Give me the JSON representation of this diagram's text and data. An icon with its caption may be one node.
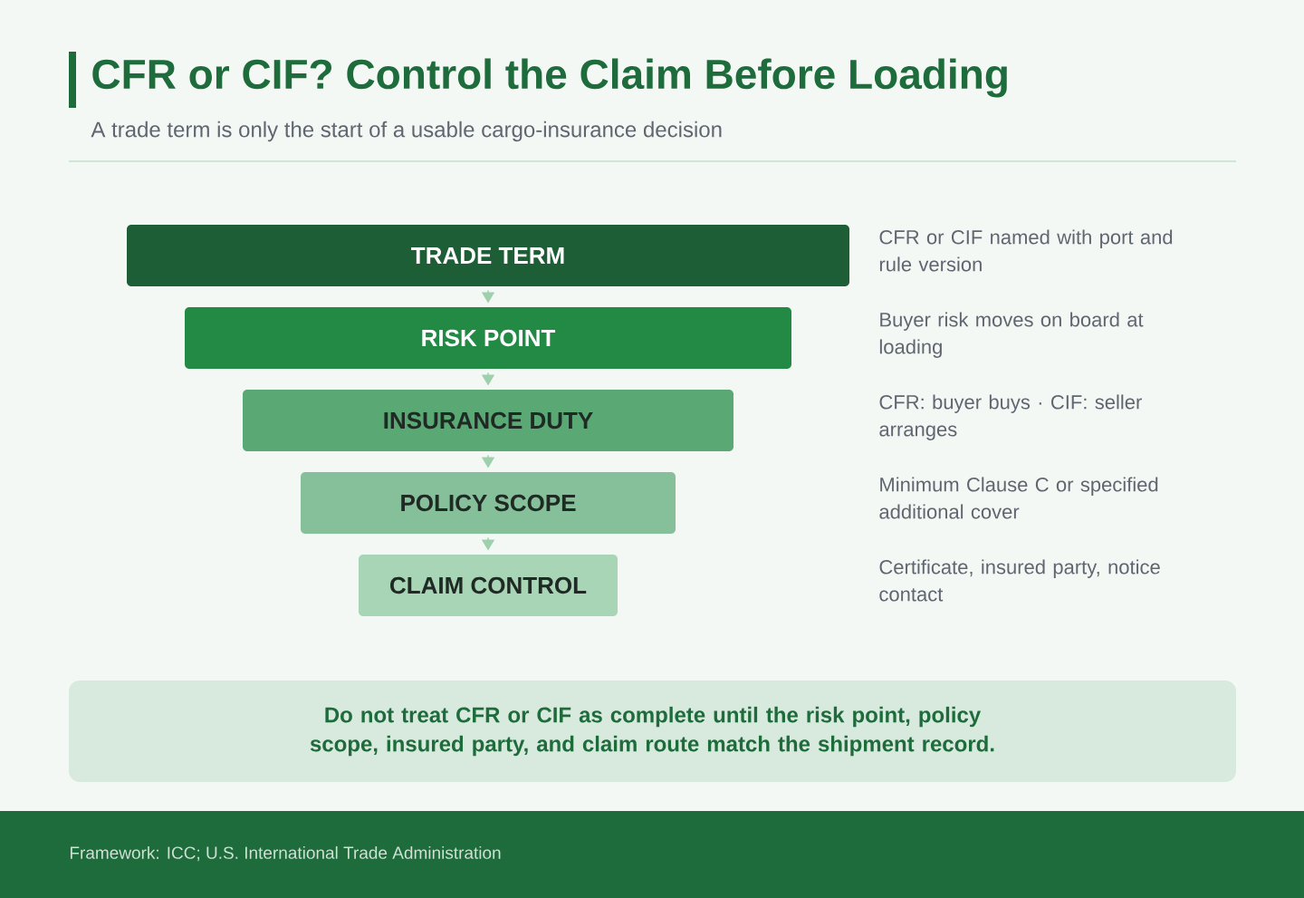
{
  "diagram": {
    "title": "CFR or CIF? Control the Claim Before Loading",
    "nodes": [
      {
        "text": [
          "TRADE TERM"
        ]
      },
      {
        "text": [
          "RISK POINT"
        ]
      },
      {
        "text": [
          "INSURANCE DUTY"
        ]
      },
      {
        "text": [
          "POLICY SCOPE"
        ]
      },
      {
        "text": [
          "CLAIM CONTROL"
        ]
      },
      {
        "text": [
          "Do not treat CFR or CIF as complete until the risk point, policy scope, insured party, and claim route match the shipment record."
        ]
      }
    ],
    "edges": [
      {
        "from": 0,
        "to": 1,
        "arrow": "to"
      },
      {
        "from": 1,
        "to": 2,
        "arrow": "to"
      },
      {
        "from": 2,
        "to": 3,
        "arrow": "to"
      },
      {
        "from": 3,
        "to": 4,
        "arrow": "to"
      }
    ],
    "labels": [
      "A trade term is only the start of a usable cargo-insurance decision",
      "CFR or CIF named with port and rule version",
      "Buyer risk moves on board at loading",
      "CFR: buyer buys · CIF: seller arranges",
      "Minimum Clause C or specified additional cover",
      "Certificate, insured party, notice contact",
      "Framework: ICC; U.S. International Trade Administration"
    ]
  }
}
